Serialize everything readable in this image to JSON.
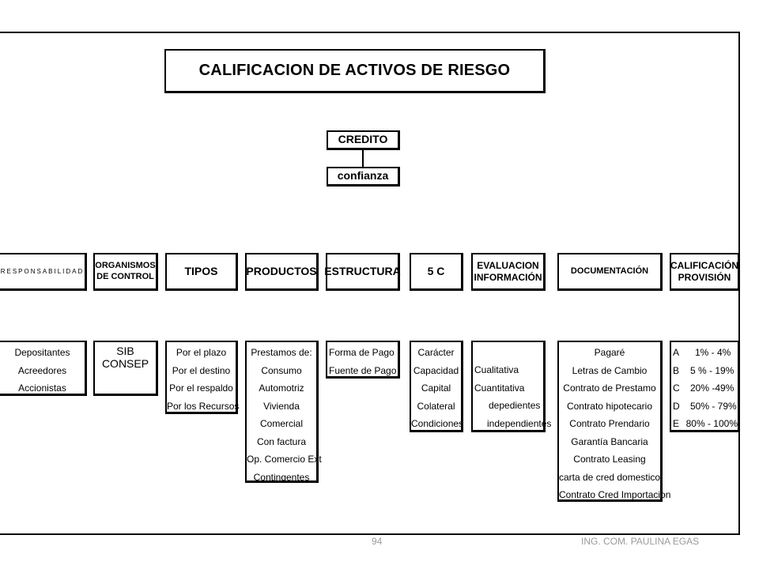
{
  "title": "CALIFICACION DE ACTIVOS DE RIESGO",
  "credito": "CREDITO",
  "confianza": "confianza",
  "columns": [
    {
      "header": [
        "RESPONSABILIDAD"
      ],
      "items": [
        "Depositantes",
        "Acreedores",
        "Accionistas"
      ]
    },
    {
      "header": [
        "ORGANISMOS",
        "DE CONTROL"
      ],
      "items": [
        "SIB",
        "CONSEP"
      ]
    },
    {
      "header": [
        "TIPOS"
      ],
      "items": [
        "Por el plazo",
        "Por el destino",
        "Por el respaldo",
        "Por los Recursos"
      ]
    },
    {
      "header": [
        "PRODUCTOS"
      ],
      "items": [
        "Prestamos  de:",
        "Consumo",
        "Automotriz",
        "Vivienda",
        "Comercial",
        "Con factura",
        "Op. Comercio Ext",
        "Contingentes"
      ]
    },
    {
      "header": [
        "ESTRUCTURA"
      ],
      "items": [
        "Forma de Pago",
        "Fuente de Pago"
      ]
    },
    {
      "header": [
        "5 C"
      ],
      "items": [
        "Carácter",
        "Capacidad",
        "Capital",
        "Colateral",
        "Condiciones"
      ]
    },
    {
      "header": [
        "EVALUACION",
        "INFORMACIÓN"
      ],
      "items": [
        "Cualitativa",
        "Cuantitativa",
        "depedientes",
        "independientes"
      ]
    },
    {
      "header": [
        "DOCUMENTACIÓN"
      ],
      "items": [
        "Pagaré",
        "Letras de Cambio",
        "Contrato de Prestamo",
        "Contrato hipotecario",
        "Contrato Prendario",
        "Garantía Bancaria",
        "Contrato Leasing",
        "carta de cred domestico",
        "Contrato Cred Importacion"
      ]
    },
    {
      "header": [
        "CALIFICACIÓN",
        "PROVISIÓN"
      ],
      "grades": [
        {
          "letter": "A",
          "range": "1% - 4%"
        },
        {
          "letter": "B",
          "range": "5 % - 19%"
        },
        {
          "letter": "C",
          "range": "20% -49%"
        },
        {
          "letter": "D",
          "range": "50% - 79%"
        },
        {
          "letter": "E",
          "range": "80% - 100%"
        }
      ]
    }
  ],
  "footer": {
    "page": "94",
    "author": "ING. COM. PAULINA EGAS"
  }
}
